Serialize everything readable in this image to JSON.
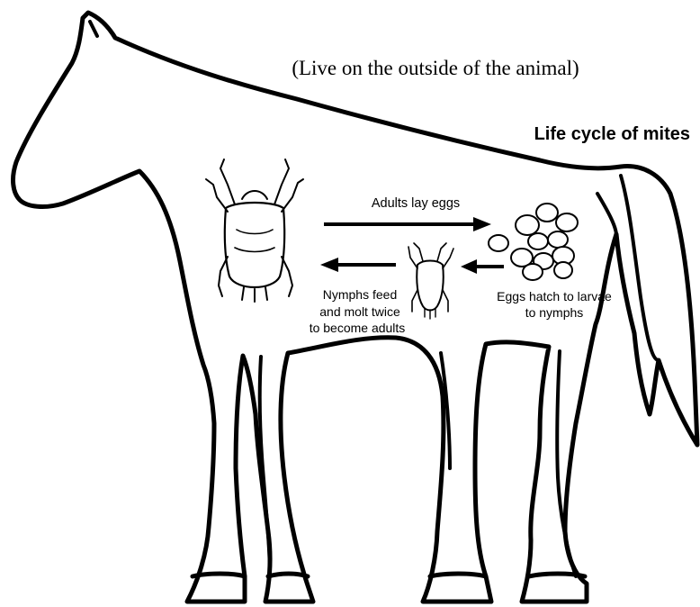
{
  "subtitle": "(Live on the outside of the animal)",
  "title": "Life cycle of mites",
  "arrows": {
    "adults_lay_eggs": "Adults lay eggs"
  },
  "labels": {
    "nymphs_line1": "Nymphs feed",
    "nymphs_line2": "and molt twice",
    "nymphs_line3": "to become adults",
    "eggs_line1": "Eggs hatch to larvae",
    "eggs_line2": "to nymphs"
  },
  "icons": {
    "horse": "horse-silhouette-icon",
    "adult_mite": "adult-mite-icon",
    "nymph_mite": "nymph-mite-icon",
    "eggs": "egg-cluster-icon"
  }
}
